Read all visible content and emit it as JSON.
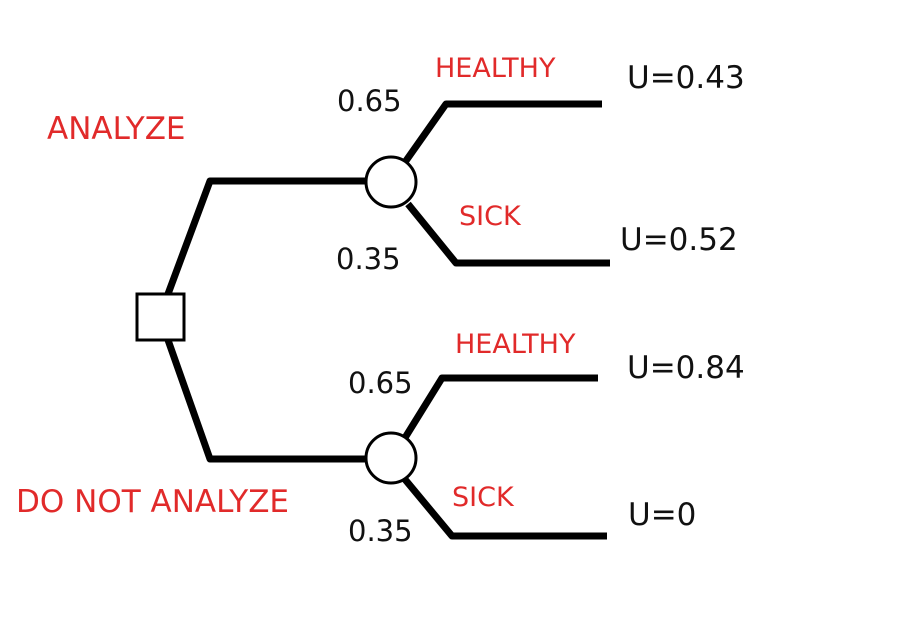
{
  "decision_tree": {
    "colors": {
      "label_red": "#e12a2a",
      "line": "#000000"
    },
    "decision_node": {
      "shape": "square"
    },
    "branches": [
      {
        "action": "ANALYZE",
        "outcomes": [
          {
            "name": "HEALTHY",
            "probability": "0.65",
            "utility": "U=0.43"
          },
          {
            "name": "SICK",
            "probability": "0.35",
            "utility": "U=0.52"
          }
        ]
      },
      {
        "action": "DO NOT ANALYZE",
        "outcomes": [
          {
            "name": "HEALTHY",
            "probability": "0.65",
            "utility": "U=0.84"
          },
          {
            "name": "SICK",
            "probability": "0.35",
            "utility": "U=0"
          }
        ]
      }
    ]
  }
}
